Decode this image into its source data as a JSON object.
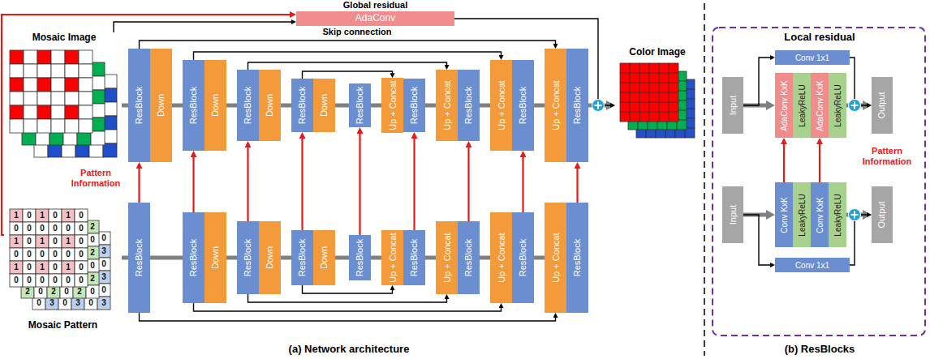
{
  "diagram": {
    "nodes": [
      {
        "text": [
          "Mosaic Image"
        ]
      },
      {
        "text": [
          "AdaConv"
        ]
      },
      {
        "text": [
          "ResBlock"
        ]
      },
      {
        "text": [
          "Down"
        ]
      },
      {
        "text": [
          "ResBlock"
        ]
      },
      {
        "text": [
          "Down"
        ]
      },
      {
        "text": [
          "ResBlock"
        ]
      },
      {
        "text": [
          "Down"
        ]
      },
      {
        "text": [
          "ResBlock"
        ]
      },
      {
        "text": [
          "Down"
        ]
      },
      {
        "text": [
          "ResBlock"
        ]
      },
      {
        "text": [
          "Up + Concat"
        ]
      },
      {
        "text": [
          "ResBlock"
        ]
      },
      {
        "text": [
          "Up + Concat"
        ]
      },
      {
        "text": [
          "ResBlock"
        ]
      },
      {
        "text": [
          "Up + Concat"
        ]
      },
      {
        "text": [
          "ResBlock"
        ]
      },
      {
        "text": [
          "Up + Concat"
        ]
      },
      {
        "text": [
          "ResBlock"
        ]
      },
      {
        "text": [
          "Color Image"
        ]
      },
      {
        "text": [
          "Mosaic Pattern"
        ]
      },
      {
        "text": [
          "ResBlock"
        ]
      },
      {
        "text": [
          "ResBlock"
        ]
      },
      {
        "text": [
          "Down"
        ]
      },
      {
        "text": [
          "ResBlock"
        ]
      },
      {
        "text": [
          "Down"
        ]
      },
      {
        "text": [
          "ResBlock"
        ]
      },
      {
        "text": [
          "Down"
        ]
      },
      {
        "text": [
          "ResBlock"
        ]
      },
      {
        "text": [
          "Up + Concat"
        ]
      },
      {
        "text": [
          "ResBlock"
        ]
      },
      {
        "text": [
          "Up + Concat"
        ]
      },
      {
        "text": [
          "ResBlock"
        ]
      },
      {
        "text": [
          "Up + Concat"
        ]
      },
      {
        "text": [
          "ResBlock"
        ]
      },
      {
        "text": [
          "Up + Concat"
        ]
      },
      {
        "text": [
          "ResBlock"
        ]
      },
      {
        "text": [
          "Input"
        ]
      },
      {
        "text": [
          "Conv 1x1"
        ]
      },
      {
        "text": [
          "AdaConv KxK"
        ]
      },
      {
        "text": [
          "LeakyReLU"
        ]
      },
      {
        "text": [
          "AdaConv KxK"
        ]
      },
      {
        "text": [
          "LeakyReLU"
        ]
      },
      {
        "text": [
          "Output"
        ]
      },
      {
        "text": [
          "Input"
        ]
      },
      {
        "text": [
          "Conv KxK"
        ]
      },
      {
        "text": [
          "LeakyReLU"
        ]
      },
      {
        "text": [
          "Conv KxK"
        ]
      },
      {
        "text": [
          "LeakyReLU"
        ]
      },
      {
        "text": [
          "Output"
        ]
      },
      {
        "text": [
          "Conv 1x1"
        ]
      }
    ],
    "edges": [
      {
        "from": 0,
        "to": 2,
        "arrow": "none"
      },
      {
        "from": 3,
        "to": 4,
        "arrow": "none"
      },
      {
        "from": 5,
        "to": 6,
        "arrow": "none"
      },
      {
        "from": 7,
        "to": 8,
        "arrow": "none"
      },
      {
        "from": 9,
        "to": 10,
        "arrow": "none"
      },
      {
        "from": 10,
        "to": 11,
        "arrow": "none"
      },
      {
        "from": 12,
        "to": 13,
        "arrow": "none"
      },
      {
        "from": 14,
        "to": 15,
        "arrow": "none"
      },
      {
        "from": 16,
        "to": 17,
        "arrow": "none"
      },
      {
        "from": 18,
        "to": 19,
        "arrow": "to"
      },
      {
        "from": 0,
        "to": 1,
        "arrow": "to"
      },
      {
        "from": 20,
        "to": 1,
        "arrow": "to"
      },
      {
        "from": 1,
        "to": 19,
        "arrow": "to"
      },
      {
        "from": 2,
        "to": 17,
        "arrow": "to"
      },
      {
        "from": 4,
        "to": 15,
        "arrow": "to"
      },
      {
        "from": 6,
        "to": 13,
        "arrow": "to"
      },
      {
        "from": 8,
        "to": 11,
        "arrow": "to"
      },
      {
        "from": 20,
        "to": 21,
        "arrow": "none"
      },
      {
        "from": 21,
        "to": 22,
        "arrow": "none"
      },
      {
        "from": 23,
        "to": 24,
        "arrow": "none"
      },
      {
        "from": 25,
        "to": 26,
        "arrow": "none"
      },
      {
        "from": 27,
        "to": 28,
        "arrow": "none"
      },
      {
        "from": 28,
        "to": 29,
        "arrow": "none"
      },
      {
        "from": 30,
        "to": 31,
        "arrow": "none"
      },
      {
        "from": 32,
        "to": 33,
        "arrow": "none"
      },
      {
        "from": 34,
        "to": 35,
        "arrow": "none"
      },
      {
        "from": 21,
        "to": 35,
        "arrow": "to"
      },
      {
        "from": 22,
        "to": 33,
        "arrow": "to"
      },
      {
        "from": 24,
        "to": 31,
        "arrow": "to"
      },
      {
        "from": 26,
        "to": 29,
        "arrow": "to"
      },
      {
        "from": 21,
        "to": 2,
        "arrow": "to"
      },
      {
        "from": 22,
        "to": 4,
        "arrow": "to"
      },
      {
        "from": 24,
        "to": 6,
        "arrow": "to"
      },
      {
        "from": 26,
        "to": 8,
        "arrow": "to"
      },
      {
        "from": 28,
        "to": 10,
        "arrow": "to"
      },
      {
        "from": 30,
        "to": 12,
        "arrow": "to"
      },
      {
        "from": 32,
        "to": 14,
        "arrow": "to"
      },
      {
        "from": 34,
        "to": 16,
        "arrow": "to"
      },
      {
        "from": 36,
        "to": 18,
        "arrow": "to"
      },
      {
        "from": 37,
        "to": 39,
        "arrow": "to"
      },
      {
        "from": 37,
        "to": 38,
        "arrow": "to"
      },
      {
        "from": 42,
        "to": 43,
        "arrow": "to"
      },
      {
        "from": 38,
        "to": 43,
        "arrow": "to"
      },
      {
        "from": 44,
        "to": 45,
        "arrow": "to"
      },
      {
        "from": 44,
        "to": 50,
        "arrow": "to"
      },
      {
        "from": 48,
        "to": 49,
        "arrow": "to"
      },
      {
        "from": 50,
        "to": 49,
        "arrow": "to"
      },
      {
        "from": 45,
        "to": 39,
        "arrow": "to"
      },
      {
        "from": 47,
        "to": 41,
        "arrow": "to"
      }
    ],
    "labels": [
      "1",
      "0",
      "1",
      "0",
      "1",
      "0",
      "0",
      "0",
      "0",
      "0",
      "0",
      "0",
      "1",
      "0",
      "1",
      "0",
      "1",
      "0",
      "0",
      "0",
      "0",
      "0",
      "0",
      "0",
      "1",
      "0",
      "1",
      "0",
      "1",
      "0",
      "0",
      "0",
      "0",
      "0",
      "0",
      "0",
      "2",
      "0",
      "2",
      "0",
      "2",
      "0",
      "2",
      "0",
      "2",
      "0",
      "2",
      "0",
      "3",
      "0",
      "3",
      "0",
      "3",
      "0",
      "3",
      "0",
      "3",
      "0",
      "Global residual",
      "Skip connection",
      "Pattern Information",
      "(a) Network architecture",
      "Local residual",
      "Pattern Information",
      "(b) ResBlocks"
    ]
  }
}
